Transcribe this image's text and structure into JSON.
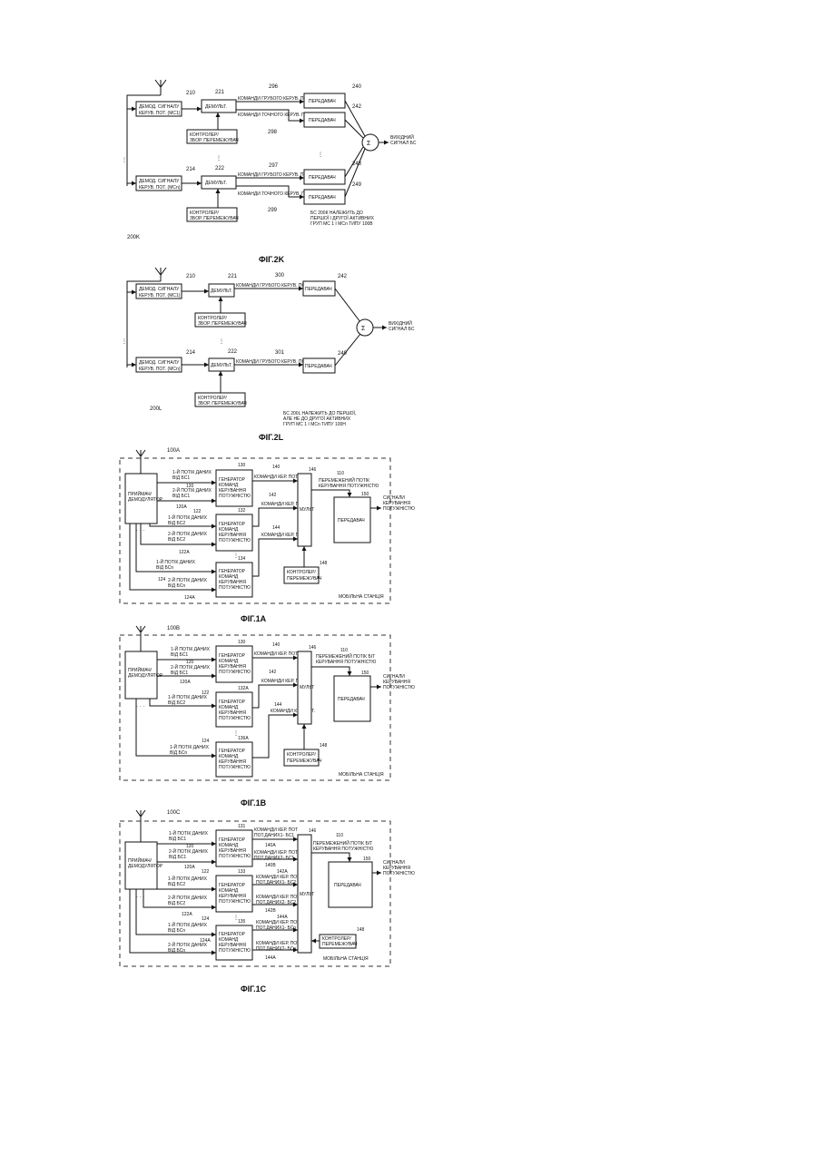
{
  "fig2k": {
    "caption": "ФІГ.2K",
    "ref": "200K",
    "demod1": [
      "ДЕМОД. СИГНАЛУ",
      "КЕРУВ. ПОТ. (МС1)"
    ],
    "demodn": [
      "ДЕМОД. СИГНАЛУ",
      "КЕРУВ. ПОТ. (МСn)"
    ],
    "demux": "ДЕМУЛЬТ.",
    "ctrl": [
      "КОНТРОЛЕР/",
      "ЗБОР. ПЕРЕМЕЖУВАЧ"
    ],
    "coarse": "КОМАНДИ ГРУБОГО КЕРУВ. ПОТ.",
    "fine": "КОМАНДИ ТОЧНОГО КЕРУВ. ПОТ.",
    "tx": "ПЕРЕДАВАЧ",
    "sigma": "Σ",
    "out": [
      "ВИХІДНИЙ",
      "СИГНАЛ БС"
    ],
    "note": [
      "БС 200К НАЛЕЖИТЬ ДО",
      "ПЕРШОЇ І ДРУГОЇ АКТИВНИХ",
      "ГРУП МС 1 І МСn ТИПУ 100В"
    ],
    "n": {
      "a": "210",
      "b": "221",
      "c": "296",
      "d": "240",
      "e": "242",
      "f": "298",
      "g": "214",
      "h": "222",
      "i": "297",
      "j": "248",
      "k": "249",
      "l": "299"
    }
  },
  "fig2l": {
    "caption": "ФІГ.2L",
    "ref": "200L",
    "demod1": [
      "ДЕМОД. СИГНАЛУ",
      "КЕРУВ. ПОТ. (МС1)"
    ],
    "demodn": [
      "ДЕМОД. СИГНАЛУ",
      "КЕРУВ. ПОТ. (МСn)"
    ],
    "demux": "ДЕМУЛЬТ.",
    "ctrl": [
      "КОНТРОЛЕР/",
      "ЗБОР. ПЕРЕМЕЖУВАЧ"
    ],
    "coarse": "КОМАНДИ ГРУБОГО КЕРУВ. ПОТ.",
    "tx": "ПЕРЕДАВАЧ",
    "sigma": "Σ",
    "out": [
      "ВИХІДНИЙ",
      "СИГНАЛ БС"
    ],
    "note": [
      "БС 200L НАЛЕЖИТЬ ДО ПЕРШОЇ,",
      "АЛЕ НЕ ДО ДРУГОЇ АКТИВНИХ",
      "ГРУП МС 1 І МСn ТИПУ 100Н"
    ],
    "n": {
      "a": "210",
      "b": "221",
      "c": "300",
      "d": "242",
      "g": "214",
      "h": "222",
      "i": "301",
      "j": "249"
    }
  },
  "fig1a": {
    "caption": "ФІГ.1A",
    "ref": "100A",
    "rx": [
      "ПРИЙМАЧ/",
      "ДЕМОДУЛЯТОР"
    ],
    "s1": [
      "1-Й ПОТІК ДАНИХ",
      "ВІД БС1"
    ],
    "s2": [
      "2-Й ПОТІК ДАНИХ",
      "ВІД БС1"
    ],
    "s3": [
      "1-Й ПОТІК ДАНИХ",
      "ВІД БС2"
    ],
    "s4": [
      "2-Й ПОТІК ДАНИХ",
      "ВІД БС2"
    ],
    "s5": [
      "1-Й ПОТІК ДАНИХ",
      "ВІД БСn"
    ],
    "s6": [
      "2-Й ПОТІК ДАНИХ",
      "ВІД БСn"
    ],
    "gen": [
      "ГЕНЕРАТОР",
      "КОМАНД",
      "КЕРУВАННЯ",
      "ПОТУЖНІСТЮ"
    ],
    "cmd": "КОМАНДИ КЕР. ПОТ.",
    "mux": "МУЛЬТ",
    "tx": "ПЕРЕДАВАЧ",
    "ctrl": [
      "КОНТРОЛЕР/",
      "ПЕРЕМЕЖУВАЧ"
    ],
    "stream": [
      "ПЕРЕМЕЖЕНИЙ ПОТІК",
      "КЕРУВАННЯ ПОТУЖНІСТЮ"
    ],
    "out": [
      "СИГНАЛИ",
      "КЕРУВАННЯ",
      "ПОТУЖНІСТЮ"
    ],
    "station": "МОБІЛЬНА СТАНЦІЯ",
    "dots": "· · ·",
    "n": {
      "g1": "130",
      "g2": "132",
      "g3": "134",
      "c1": "140",
      "c2": "142",
      "c3": "144",
      "m": "146",
      "st": "110",
      "tx": "150",
      "ct": "148",
      "a": "120",
      "b": "120A",
      "c": "122",
      "d": "122A",
      "e": "124",
      "f": "124A"
    }
  },
  "fig1b": {
    "caption": "ФІГ.1B",
    "ref": "100B",
    "rx": [
      "ПРИЙМАЧ/",
      "ДЕМОДУЛЯТОР"
    ],
    "s1": [
      "1-Й ПОТІК ДАНИХ",
      "ВІД БС1"
    ],
    "s2": [
      "2-Й ПОТІК ДАНИХ",
      "ВІД БС1"
    ],
    "s3": [
      "1-Й ПОТІК ДАНИХ",
      "ВІД БС2"
    ],
    "s5": [
      "1-Й ПОТІК ДАНИХ",
      "ВІД БСn"
    ],
    "gen": [
      "ГЕНЕРАТОР",
      "КОМАНД",
      "КЕРУВАННЯ",
      "ПОТУЖНІСТЮ"
    ],
    "cmd": "КОМАНДИ КЕР. ПОТ.",
    "mux": "МУЛЬТ",
    "tx": "ПЕРЕДАВАЧ",
    "ctrl": [
      "КОНТРОЛЕР/",
      "ПЕРЕМЕЖУВАЧ"
    ],
    "stream": [
      "ПЕРЕМЕЖЕНИЙ ПОТІК БІТ",
      "КЕРУВАННЯ ПОТУЖНІСТЮ"
    ],
    "out": [
      "СИГНАЛИ",
      "КЕРУВАННЯ",
      "ПОТУЖНІСТЮ"
    ],
    "station": "МОБІЛЬНА СТАНЦІЯ",
    "dots": "· · ·",
    "n": {
      "g1": "130",
      "g2": "132A",
      "g3": "136A",
      "c1": "140",
      "c2": "142",
      "c3": "144",
      "m": "146",
      "st": "110",
      "tx": "150",
      "ct": "148",
      "a": "120",
      "b": "120A",
      "c": "122",
      "e": "124"
    }
  },
  "fig1c": {
    "caption": "ФІГ.1C",
    "ref": "100C",
    "rx": [
      "ПРИЙМАЧ/",
      "ДЕМОДУЛЯТОР"
    ],
    "s1": [
      "1-Й ПОТІК ДАНИХ",
      "ВІД БС1"
    ],
    "s2": [
      "2-Й ПОТІК ДАНИХ",
      "ВІД БС1"
    ],
    "s3": [
      "1-Й ПОТІК ДАНИХ",
      "ВІД БС2"
    ],
    "s4": [
      "2-Й ПОТІК ДАНИХ",
      "ВІД БС2"
    ],
    "s5": [
      "1-Й ПОТІК ДАНИХ",
      "ВІД БСn"
    ],
    "s6": [
      "2-Й ПОТІК ДАНИХ",
      "ВІД БСn"
    ],
    "gen": [
      "ГЕНЕРАТОР",
      "КОМАНД",
      "КЕРУВАННЯ",
      "ПОТУЖНІСТЮ"
    ],
    "c1": [
      "КОМАНДИ КЕР. ПОТ",
      "ПОТ.ДАНИХ1- БС1"
    ],
    "c2": [
      "КОМАНДИ КЕР. ПОТ",
      "ПОТ.ДАНИХ2- БС1"
    ],
    "c3": [
      "КОМАНДИ КЕР. ПОТ",
      "ПОТ.ДАНИХ1- БС2"
    ],
    "c4": [
      "КОМАНДИ КЕР. ПОТ",
      "ПОТ.ДАНИХ2- БС2"
    ],
    "c5": [
      "КОМАНДИ КЕР. ПОТ",
      "ПОТ.ДАНИХ1- БСn"
    ],
    "c6": [
      "КОМАНДИ КЕР. ПОТ",
      "ПОТ.ДАНИХ2- БСn"
    ],
    "mux": "МУЛЬТ",
    "tx": "ПЕРЕДАВАЧ",
    "ctrl": [
      "КОНТРОЛЕР/",
      "ПЕРЕМЕЖУВАЧ"
    ],
    "stream": [
      "ПЕРЕМЕЖЕНИЙ ПОТІК БІТ",
      "КЕРУВАННЯ ПОТУЖНІСТЮ"
    ],
    "out": [
      "СИГНАЛИ",
      "КЕРУВАННЯ",
      "ПОТУЖНІСТЮ"
    ],
    "station": "МОБІЛЬНА СТАНЦІЯ",
    "dots": "· · ·",
    "n": {
      "g1": "131",
      "g2": "133",
      "g3": "135",
      "c1": "140A",
      "c2": "140B",
      "c3": "142A",
      "c4": "142B",
      "c5": "144A",
      "c6": "144A",
      "m": "146",
      "st": "110",
      "tx": "150",
      "ct": "148",
      "a": "120",
      "b": "120A",
      "c": "122",
      "d": "122A",
      "e": "124",
      "f": "124A"
    }
  }
}
